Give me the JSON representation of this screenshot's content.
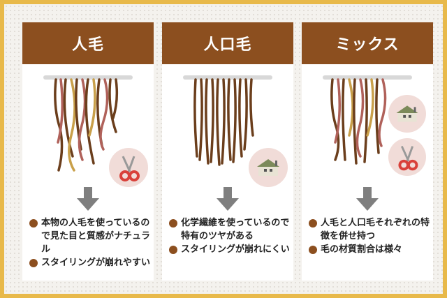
{
  "panels": [
    {
      "title": "人毛",
      "bullets": [
        "本物の人毛を使っているので見た目と質感がナチュラル",
        "スタイリングが崩れやすい"
      ],
      "icons": [
        "scissors-icon"
      ]
    },
    {
      "title": "人口毛",
      "bullets": [
        "化学繊維を使っているので特有のツヤがある",
        "スタイリングが崩れにくい"
      ],
      "icons": [
        "factory-icon"
      ]
    },
    {
      "title": "ミックス",
      "bullets": [
        "人毛と人口毛それぞれの特徴を併せ持つ",
        "毛の材質割合は様々"
      ],
      "icons": [
        "factory-icon",
        "scissors-icon"
      ]
    }
  ],
  "colors": {
    "border": "#e8b94a",
    "header": "#8c4f1f",
    "hair_dark": "#6b3e1c",
    "hair_pink": "#b0615a",
    "hair_gold": "#c9a04a",
    "icon_circle": "#f1dcd8",
    "arrow": "#7f7f7f"
  }
}
